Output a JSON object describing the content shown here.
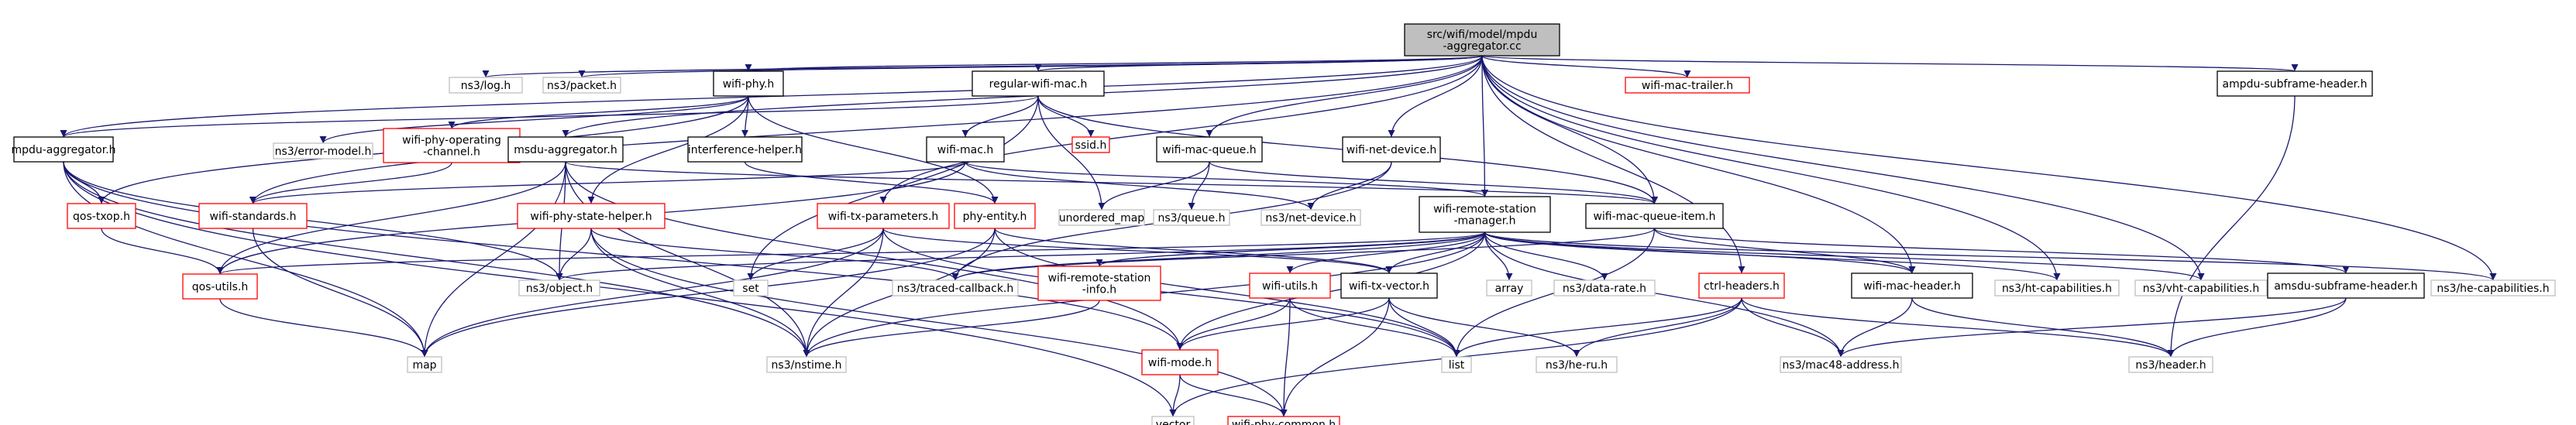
{
  "title": "src/wifi/model/mpdu-aggregator.cc include dependency graph",
  "colors": {
    "root_fill": "#bfbfbf",
    "node_fill": "#ffffff",
    "edge": "#191970",
    "border_default": "#000000",
    "border_missing": "#bfbfbf",
    "border_truncated": "#ff0000",
    "text": "#000000"
  },
  "nodes": [
    {
      "id": "root",
      "lines": [
        "src/wifi/model/mpdu",
        "-aggregator.cc"
      ],
      "style": "root"
    },
    {
      "id": "log",
      "lines": [
        "ns3/log.h"
      ],
      "style": "missing"
    },
    {
      "id": "packet",
      "lines": [
        "ns3/packet.h"
      ],
      "style": "missing"
    },
    {
      "id": "wifiphy",
      "lines": [
        "wifi-phy.h"
      ],
      "style": "normal"
    },
    {
      "id": "regmac",
      "lines": [
        "regular-wifi-mac.h"
      ],
      "style": "normal"
    },
    {
      "id": "mactrailer",
      "lines": [
        "wifi-mac-trailer.h"
      ],
      "style": "truncated"
    },
    {
      "id": "ampdusub",
      "lines": [
        "ampdu-subframe-header.h"
      ],
      "style": "normal"
    },
    {
      "id": "mpduagg",
      "lines": [
        "mpdu-aggregator.h"
      ],
      "style": "normal"
    },
    {
      "id": "errmodel",
      "lines": [
        "ns3/error-model.h"
      ],
      "style": "missing"
    },
    {
      "id": "opchan",
      "lines": [
        "wifi-phy-operating",
        "-channel.h"
      ],
      "style": "truncated"
    },
    {
      "id": "msduagg",
      "lines": [
        "msdu-aggregator.h"
      ],
      "style": "normal"
    },
    {
      "id": "interf",
      "lines": [
        "interference-helper.h"
      ],
      "style": "normal"
    },
    {
      "id": "ssid",
      "lines": [
        "ssid.h"
      ],
      "style": "truncated"
    },
    {
      "id": "wifimac",
      "lines": [
        "wifi-mac.h"
      ],
      "style": "normal"
    },
    {
      "id": "macqueue",
      "lines": [
        "wifi-mac-queue.h"
      ],
      "style": "normal"
    },
    {
      "id": "netdev",
      "lines": [
        "wifi-net-device.h"
      ],
      "style": "normal"
    },
    {
      "id": "qostxop",
      "lines": [
        "qos-txop.h"
      ],
      "style": "truncated"
    },
    {
      "id": "standards",
      "lines": [
        "wifi-standards.h"
      ],
      "style": "truncated"
    },
    {
      "id": "statehelper",
      "lines": [
        "wifi-phy-state-helper.h"
      ],
      "style": "truncated"
    },
    {
      "id": "txparams",
      "lines": [
        "wifi-tx-parameters.h"
      ],
      "style": "truncated"
    },
    {
      "id": "phyentity",
      "lines": [
        "phy-entity.h"
      ],
      "style": "truncated"
    },
    {
      "id": "unordmap",
      "lines": [
        "unordered_map"
      ],
      "style": "missing"
    },
    {
      "id": "ns3queue",
      "lines": [
        "ns3/queue.h"
      ],
      "style": "missing"
    },
    {
      "id": "ns3netdev",
      "lines": [
        "ns3/net-device.h"
      ],
      "style": "missing"
    },
    {
      "id": "rsm",
      "lines": [
        "wifi-remote-station",
        "-manager.h"
      ],
      "style": "normal"
    },
    {
      "id": "queueitem",
      "lines": [
        "wifi-mac-queue-item.h"
      ],
      "style": "normal"
    },
    {
      "id": "qosutils",
      "lines": [
        "qos-utils.h"
      ],
      "style": "truncated"
    },
    {
      "id": "object",
      "lines": [
        "ns3/object.h"
      ],
      "style": "missing"
    },
    {
      "id": "set",
      "lines": [
        "set"
      ],
      "style": "missing"
    },
    {
      "id": "traced",
      "lines": [
        "ns3/traced-callback.h"
      ],
      "style": "missing"
    },
    {
      "id": "rsinfo",
      "lines": [
        "wifi-remote-station",
        "-info.h"
      ],
      "style": "truncated"
    },
    {
      "id": "wifiutils",
      "lines": [
        "wifi-utils.h"
      ],
      "style": "truncated"
    },
    {
      "id": "txvector",
      "lines": [
        "wifi-tx-vector.h"
      ],
      "style": "normal"
    },
    {
      "id": "array",
      "lines": [
        "array"
      ],
      "style": "missing"
    },
    {
      "id": "datarate",
      "lines": [
        "ns3/data-rate.h"
      ],
      "style": "missing"
    },
    {
      "id": "ctrlhdr",
      "lines": [
        "ctrl-headers.h"
      ],
      "style": "truncated"
    },
    {
      "id": "machdr",
      "lines": [
        "wifi-mac-header.h"
      ],
      "style": "normal"
    },
    {
      "id": "htcap",
      "lines": [
        "ns3/ht-capabilities.h"
      ],
      "style": "missing"
    },
    {
      "id": "vhtcap",
      "lines": [
        "ns3/vht-capabilities.h"
      ],
      "style": "missing"
    },
    {
      "id": "amsdusub",
      "lines": [
        "amsdu-subframe-header.h"
      ],
      "style": "normal"
    },
    {
      "id": "hecap",
      "lines": [
        "ns3/he-capabilities.h"
      ],
      "style": "missing"
    },
    {
      "id": "map",
      "lines": [
        "map"
      ],
      "style": "missing"
    },
    {
      "id": "nstime",
      "lines": [
        "ns3/nstime.h"
      ],
      "style": "missing"
    },
    {
      "id": "wifimode",
      "lines": [
        "wifi-mode.h"
      ],
      "style": "truncated"
    },
    {
      "id": "list",
      "lines": [
        "list"
      ],
      "style": "missing"
    },
    {
      "id": "heru",
      "lines": [
        "ns3/he-ru.h"
      ],
      "style": "missing"
    },
    {
      "id": "mac48",
      "lines": [
        "ns3/mac48-address.h"
      ],
      "style": "missing"
    },
    {
      "id": "header",
      "lines": [
        "ns3/header.h"
      ],
      "style": "missing"
    },
    {
      "id": "vector",
      "lines": [
        "vector"
      ],
      "style": "missing"
    },
    {
      "id": "phycommon",
      "lines": [
        "wifi-phy-common.h"
      ],
      "style": "truncated"
    }
  ],
  "edges": [
    [
      "root",
      "log"
    ],
    [
      "root",
      "packet"
    ],
    [
      "root",
      "wifiphy"
    ],
    [
      "root",
      "regmac"
    ],
    [
      "root",
      "mactrailer"
    ],
    [
      "root",
      "ampdusub"
    ],
    [
      "root",
      "mpduagg"
    ],
    [
      "root",
      "msduagg"
    ],
    [
      "root",
      "macqueue"
    ],
    [
      "root",
      "netdev"
    ],
    [
      "root",
      "txparams"
    ],
    [
      "root",
      "rsm"
    ],
    [
      "root",
      "queueitem"
    ],
    [
      "root",
      "ctrlhdr"
    ],
    [
      "root",
      "standards"
    ],
    [
      "root",
      "htcap"
    ],
    [
      "root",
      "vhtcap"
    ],
    [
      "root",
      "hecap"
    ],
    [
      "root",
      "machdr"
    ],
    [
      "wifiphy",
      "errmodel"
    ],
    [
      "wifiphy",
      "opchan"
    ],
    [
      "wifiphy",
      "interf"
    ],
    [
      "wifiphy",
      "statehelper"
    ],
    [
      "wifiphy",
      "phyentity"
    ],
    [
      "wifiphy",
      "qostxop"
    ],
    [
      "regmac",
      "ssid"
    ],
    [
      "regmac",
      "wifimac"
    ],
    [
      "regmac",
      "unordmap"
    ],
    [
      "regmac",
      "set"
    ],
    [
      "regmac",
      "mpduagg"
    ],
    [
      "regmac",
      "queueitem"
    ],
    [
      "ampdusub",
      "header"
    ],
    [
      "mpduagg",
      "qostxop"
    ],
    [
      "mpduagg",
      "object"
    ],
    [
      "mpduagg",
      "nstime"
    ],
    [
      "mpduagg",
      "vector"
    ],
    [
      "mpduagg",
      "wifimode"
    ],
    [
      "mpduagg",
      "map"
    ],
    [
      "opchan",
      "standards"
    ],
    [
      "msduagg",
      "qosutils"
    ],
    [
      "msduagg",
      "object"
    ],
    [
      "msduagg",
      "queueitem"
    ],
    [
      "msduagg",
      "map"
    ],
    [
      "msduagg",
      "wifimode"
    ],
    [
      "msduagg",
      "nstime"
    ],
    [
      "interf",
      "phyentity"
    ],
    [
      "wifimac",
      "standards"
    ],
    [
      "wifimac",
      "qosutils"
    ],
    [
      "wifimac",
      "ns3netdev"
    ],
    [
      "wifimac",
      "rsm"
    ],
    [
      "macqueue",
      "queueitem"
    ],
    [
      "macqueue",
      "ns3queue"
    ],
    [
      "macqueue",
      "unordmap"
    ],
    [
      "netdev",
      "ns3netdev"
    ],
    [
      "netdev",
      "traced"
    ],
    [
      "qostxop",
      "qosutils"
    ],
    [
      "standards",
      "map"
    ],
    [
      "statehelper",
      "object"
    ],
    [
      "statehelper",
      "nstime"
    ],
    [
      "statehelper",
      "traced"
    ],
    [
      "statehelper",
      "phycommon"
    ],
    [
      "txparams",
      "txvector"
    ],
    [
      "txparams",
      "nstime"
    ],
    [
      "txparams",
      "map"
    ],
    [
      "txparams",
      "set"
    ],
    [
      "txparams",
      "list"
    ],
    [
      "phyentity",
      "txvector"
    ],
    [
      "phyentity",
      "map"
    ],
    [
      "phyentity",
      "list"
    ],
    [
      "phyentity",
      "nstime"
    ],
    [
      "rsm",
      "qosutils"
    ],
    [
      "rsm",
      "object"
    ],
    [
      "rsm",
      "traced"
    ],
    [
      "rsm",
      "rsinfo"
    ],
    [
      "rsm",
      "wifiutils"
    ],
    [
      "rsm",
      "txvector"
    ],
    [
      "rsm",
      "array"
    ],
    [
      "rsm",
      "datarate"
    ],
    [
      "rsm",
      "wifimode"
    ],
    [
      "rsm",
      "htcap"
    ],
    [
      "rsm",
      "vhtcap"
    ],
    [
      "rsm",
      "hecap"
    ],
    [
      "rsm",
      "machdr"
    ],
    [
      "rsm",
      "mac48"
    ],
    [
      "rsm",
      "nstime"
    ],
    [
      "queueitem",
      "machdr"
    ],
    [
      "queueitem",
      "list"
    ],
    [
      "queueitem",
      "traced"
    ],
    [
      "queueitem",
      "amsdusub"
    ],
    [
      "qosutils",
      "map"
    ],
    [
      "rsinfo",
      "nstime"
    ],
    [
      "wifiutils",
      "wifimode"
    ],
    [
      "wifiutils",
      "phycommon"
    ],
    [
      "wifiutils",
      "list"
    ],
    [
      "txvector",
      "wifimode"
    ],
    [
      "txvector",
      "heru"
    ],
    [
      "txvector",
      "list"
    ],
    [
      "txvector",
      "phycommon"
    ],
    [
      "ctrlhdr",
      "list"
    ],
    [
      "ctrlhdr",
      "mac48"
    ],
    [
      "ctrlhdr",
      "heru"
    ],
    [
      "ctrlhdr",
      "vector"
    ],
    [
      "ctrlhdr",
      "header"
    ],
    [
      "machdr",
      "mac48"
    ],
    [
      "machdr",
      "header"
    ],
    [
      "amsdusub",
      "mac48"
    ],
    [
      "amsdusub",
      "header"
    ],
    [
      "wifimode",
      "vector"
    ],
    [
      "wifimode",
      "phycommon"
    ]
  ]
}
